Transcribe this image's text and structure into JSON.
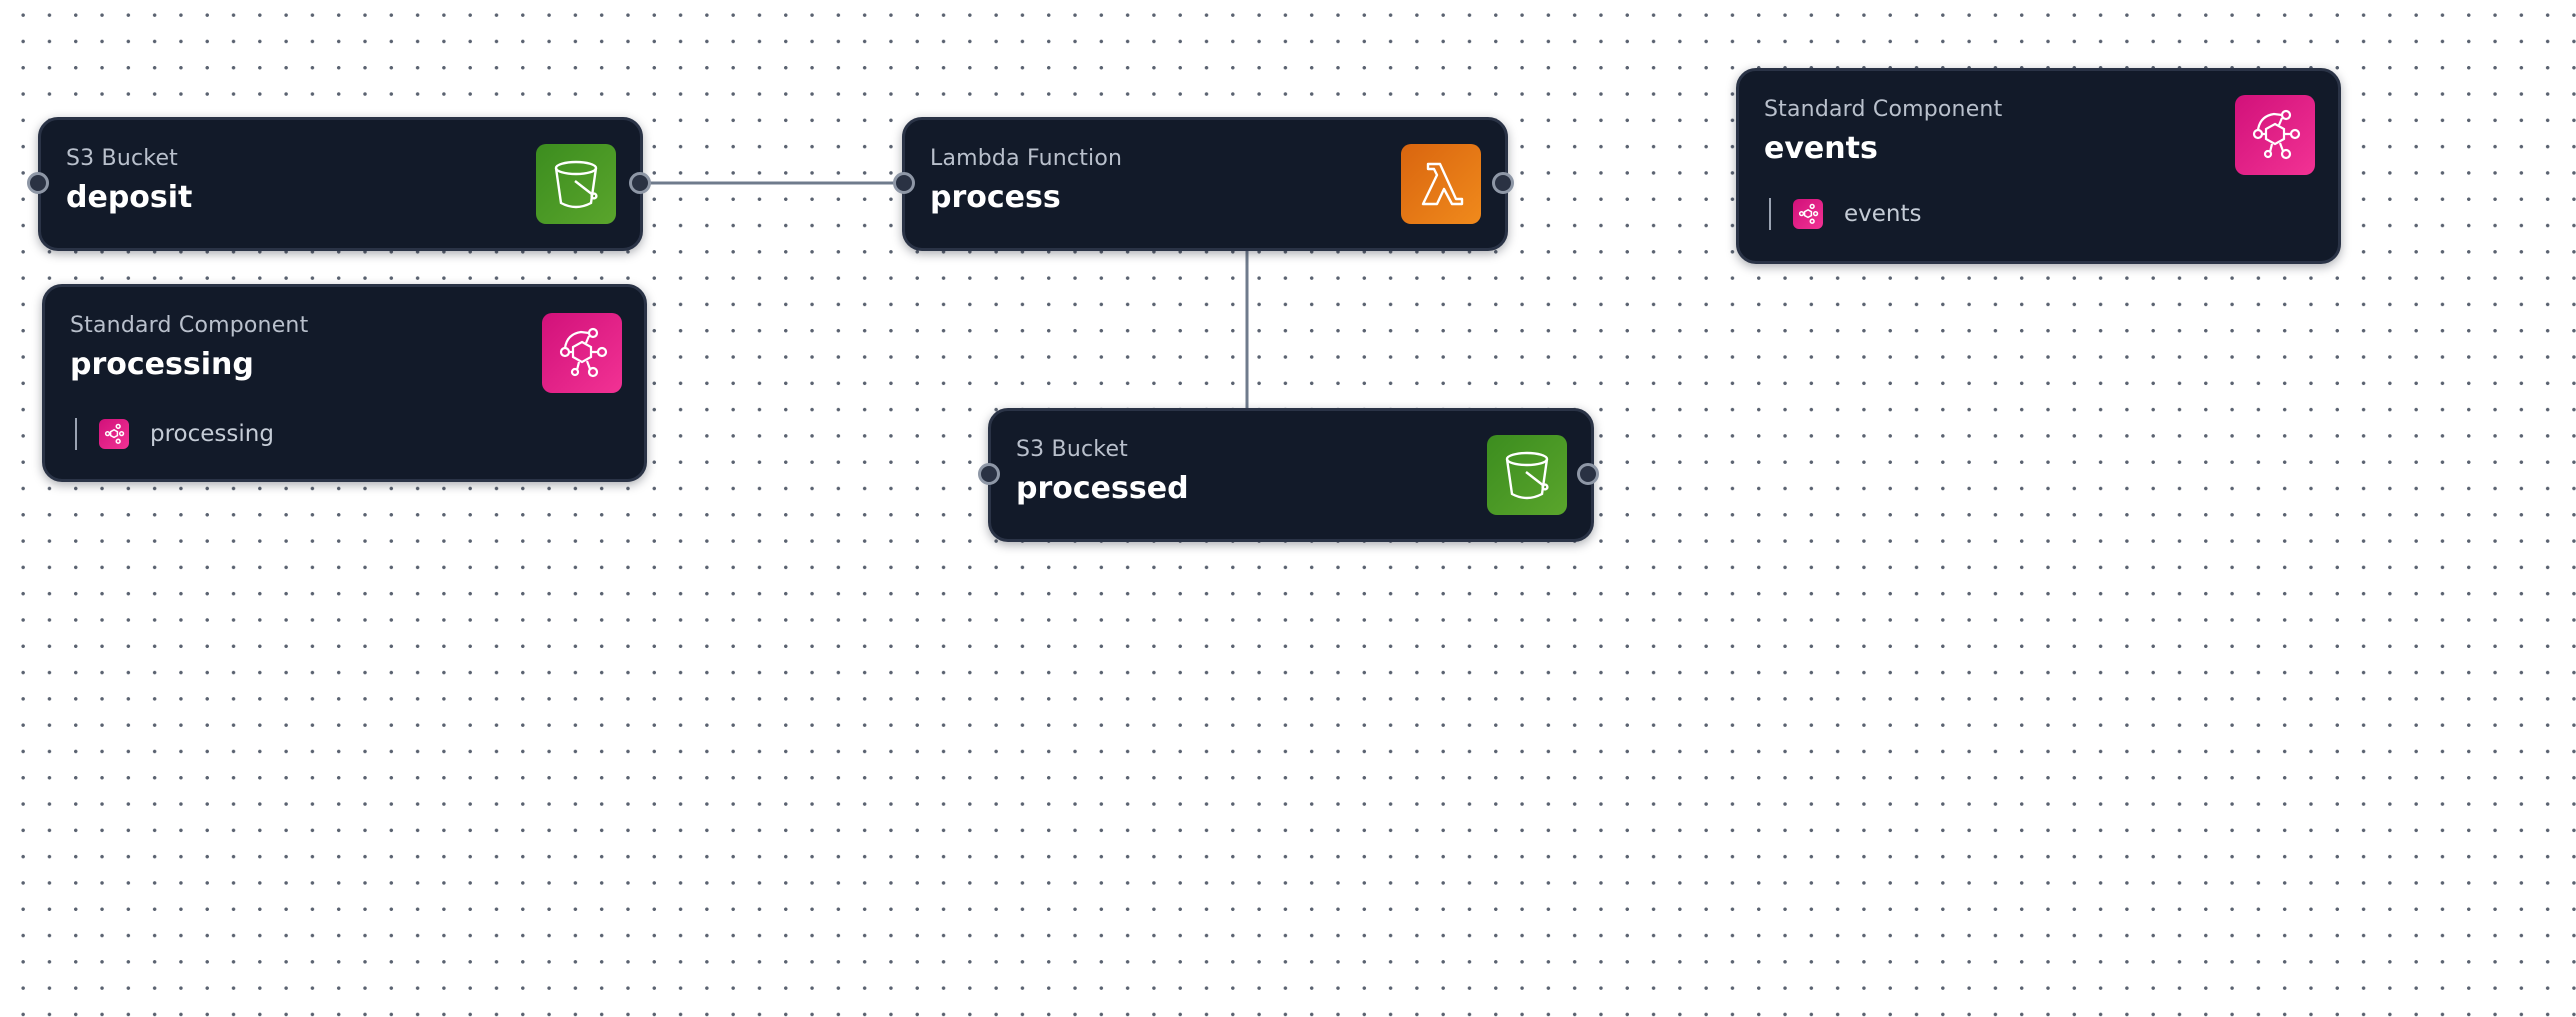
{
  "canvas": {
    "nodes": [
      {
        "id": "deposit",
        "type_label": "S3 Bucket",
        "name": "deposit",
        "icon": "s3-bucket-icon",
        "icon_color": "#3f9123"
      },
      {
        "id": "process",
        "type_label": "Lambda Function",
        "name": "process",
        "icon": "lambda-icon",
        "icon_color": "#e8761a"
      },
      {
        "id": "events",
        "type_label": "Standard Component",
        "name": "events",
        "icon": "eventbridge-icon",
        "icon_color": "#e7157b",
        "sub_label": "events"
      },
      {
        "id": "processing",
        "type_label": "Standard Component",
        "name": "processing",
        "icon": "eventbridge-icon",
        "icon_color": "#e7157b",
        "sub_label": "processing"
      },
      {
        "id": "processed",
        "type_label": "S3 Bucket",
        "name": "processed",
        "icon": "s3-bucket-icon",
        "icon_color": "#3f9123"
      }
    ],
    "edges": [
      {
        "from": "deposit",
        "to": "process"
      },
      {
        "from": "process",
        "to": "processed"
      }
    ]
  }
}
